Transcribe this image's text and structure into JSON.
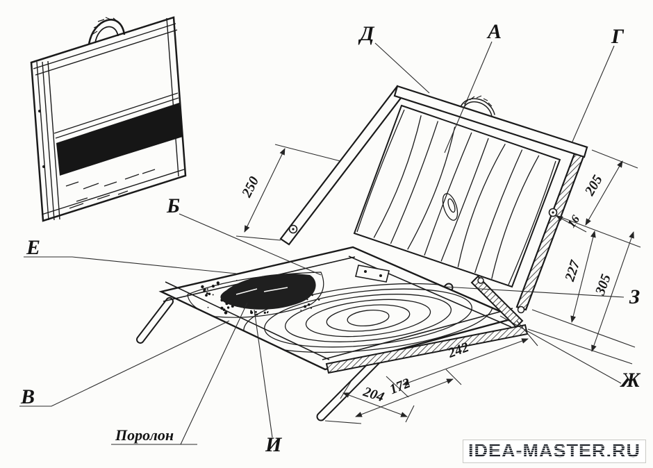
{
  "labels": {
    "d": "Д",
    "a": "А",
    "g": "Г",
    "b": "Б",
    "e": "Е",
    "v": "В",
    "z": "З",
    "zh": "Ж",
    "i": "И",
    "foam": "Поролон"
  },
  "dimensions": {
    "back_rail": "250",
    "top_right_rail": "205",
    "pivot": "16",
    "right_rail_lower": "227",
    "right_total": "305",
    "leg_spread": "242",
    "foot_span": "204",
    "cross_leg": "172"
  },
  "watermark": "IDEA-MASTER.RU",
  "colors": {
    "ink": "#1a1a1a",
    "paper": "#fcfcfa",
    "watermark_text": "#20242b"
  }
}
